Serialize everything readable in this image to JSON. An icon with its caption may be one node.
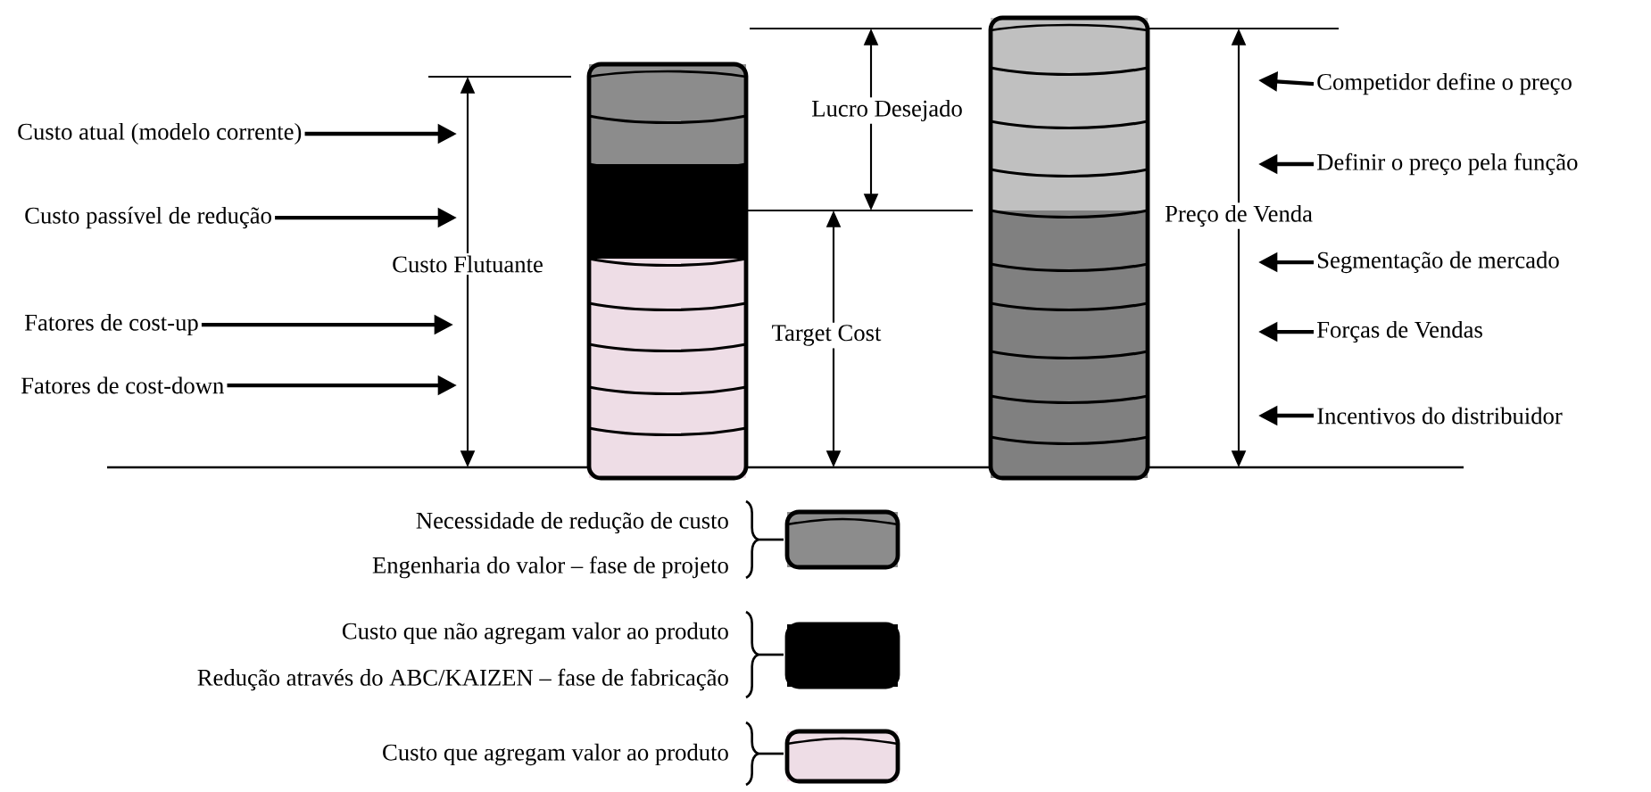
{
  "diagram": {
    "nodes": [
      {
        "text": [
          "Custo atual (modelo corrente)"
        ]
      },
      {
        "text": [
          "Custo passível de redução"
        ]
      },
      {
        "text": [
          "Fatores de cost-up"
        ]
      },
      {
        "text": [
          "Fatores de cost-down"
        ]
      },
      {
        "text": [
          "Competidor define o preço"
        ]
      },
      {
        "text": [
          "Definir o preço pela função"
        ]
      },
      {
        "text": [
          "Segmentação de mercado"
        ]
      },
      {
        "text": [
          "Forças de Vendas"
        ]
      },
      {
        "text": [
          "Incentivos do distribuidor"
        ]
      },
      {
        "text": [],
        "shape": "cylinder"
      },
      {
        "text": [],
        "shape": "cylinder"
      },
      {
        "text": [],
        "shape": "cylinder",
        "beside": [
          "Necessidade de redução de custo",
          "Engenharia do valor – fase de projeto"
        ]
      },
      {
        "text": [],
        "shape": "cylinder",
        "beside": [
          "Custo que não agregam valor ao produto",
          "Redução através do ABC/KAIZEN – fase de fabricação"
        ]
      },
      {
        "text": [],
        "shape": "cylinder",
        "beside": [
          "Custo que agregam valor ao produto"
        ]
      }
    ],
    "edges": [
      {
        "from": 0,
        "to": null,
        "arrow": "to"
      },
      {
        "from": 1,
        "to": null,
        "arrow": "to"
      },
      {
        "from": 2,
        "to": null,
        "arrow": "to"
      },
      {
        "from": 3,
        "to": null,
        "arrow": "to"
      },
      {
        "from": 4,
        "to": null,
        "arrow": "to"
      },
      {
        "from": 5,
        "to": null,
        "arrow": "to"
      },
      {
        "from": 6,
        "to": null,
        "arrow": "to"
      },
      {
        "from": 7,
        "to": null,
        "arrow": "to"
      },
      {
        "from": 8,
        "to": null,
        "arrow": "to"
      }
    ],
    "labels": [
      "Custo Flutuante",
      "Lucro Desejado",
      "Target Cost",
      "Preço de Venda"
    ]
  }
}
